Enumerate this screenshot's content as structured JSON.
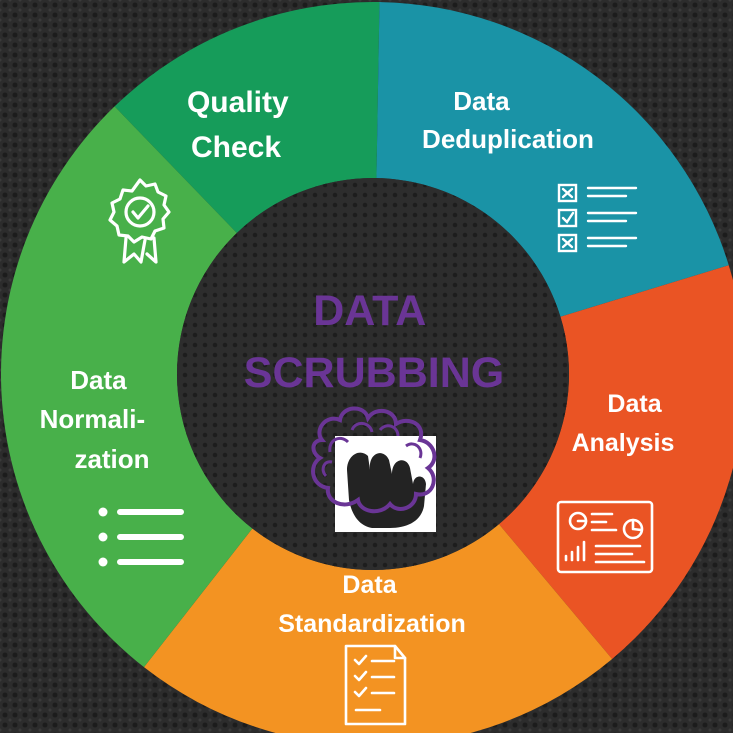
{
  "center": {
    "title_line1": "DATA",
    "title_line2": "SCRUBBING",
    "icon": "scrubbing-hand-icon"
  },
  "segments": [
    {
      "key": "quality",
      "lines": [
        "Quality",
        "Check"
      ],
      "color": "#169c5a",
      "icon": "award-badge-icon"
    },
    {
      "key": "dedup",
      "lines": [
        "Data",
        "Deduplication"
      ],
      "color": "#1a93a6",
      "icon": "checklist-icon"
    },
    {
      "key": "analysis",
      "lines": [
        "Data",
        "Analysis"
      ],
      "color": "#ea5424",
      "icon": "dashboard-chart-icon"
    },
    {
      "key": "standard",
      "lines": [
        "Data",
        "Standardization"
      ],
      "color": "#f39322",
      "icon": "document-list-icon"
    },
    {
      "key": "normal",
      "lines": [
        "Data",
        "Normali-",
        "zation"
      ],
      "color": "#48b04a",
      "icon": "bullet-list-icon"
    }
  ]
}
